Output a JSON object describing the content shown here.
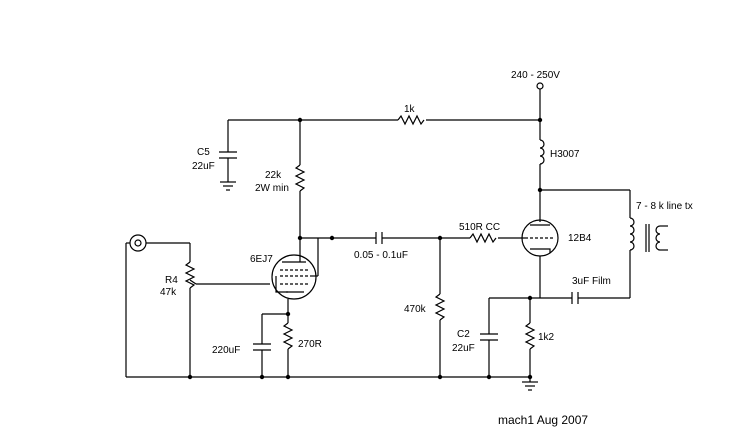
{
  "schematic": {
    "labels": {
      "supply": "240 - 250V",
      "r_1k": "1k",
      "c5_name": "C5",
      "c5_value": "22uF",
      "r22k_value": "22k",
      "r22k_power": "2W min",
      "choke": "H3007",
      "transformer": "7 - 8 k line tx",
      "tube_12b4": "12B4",
      "r_grid_stop": "510R CC",
      "coupling_cap": "0.05 - 0.1uF",
      "tube_6ej7": "6EJ7",
      "pot_name": "R4",
      "pot_value": "47k",
      "r470k": "470k",
      "film_cap": "3uF Film",
      "c2_name": "C2",
      "c2_value": "22uF",
      "r_1k2": "1k2",
      "cath_cap": "220uF",
      "cath_res": "270R",
      "credit": "mach1 Aug 2007"
    }
  }
}
